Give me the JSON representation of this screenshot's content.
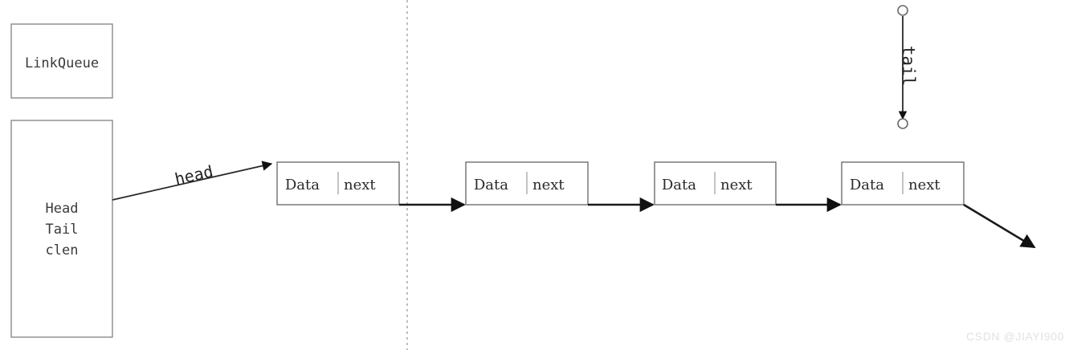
{
  "diagram": {
    "title_box": {
      "label": "LinkQueue"
    },
    "struct_box": {
      "fields": [
        "Head",
        "Tail",
        "clen"
      ]
    },
    "nodes": [
      {
        "data_label": "Data",
        "next_label": "next"
      },
      {
        "data_label": "Data",
        "next_label": "next"
      },
      {
        "data_label": "Data",
        "next_label": "next"
      },
      {
        "data_label": "Data",
        "next_label": "next"
      }
    ],
    "edges": {
      "head_label": "head",
      "tail_label": "tail"
    },
    "watermark": "CSDN @JIAYI900",
    "colors": {
      "background": "#ffffff",
      "box_stroke": "#8a8a8a",
      "node_stroke": "#6e6e6e",
      "link_stroke": "#1a1a1a",
      "separator": "#9c9c9c",
      "text": "#2a2a2a",
      "watermark": "#e2e2e2"
    }
  }
}
